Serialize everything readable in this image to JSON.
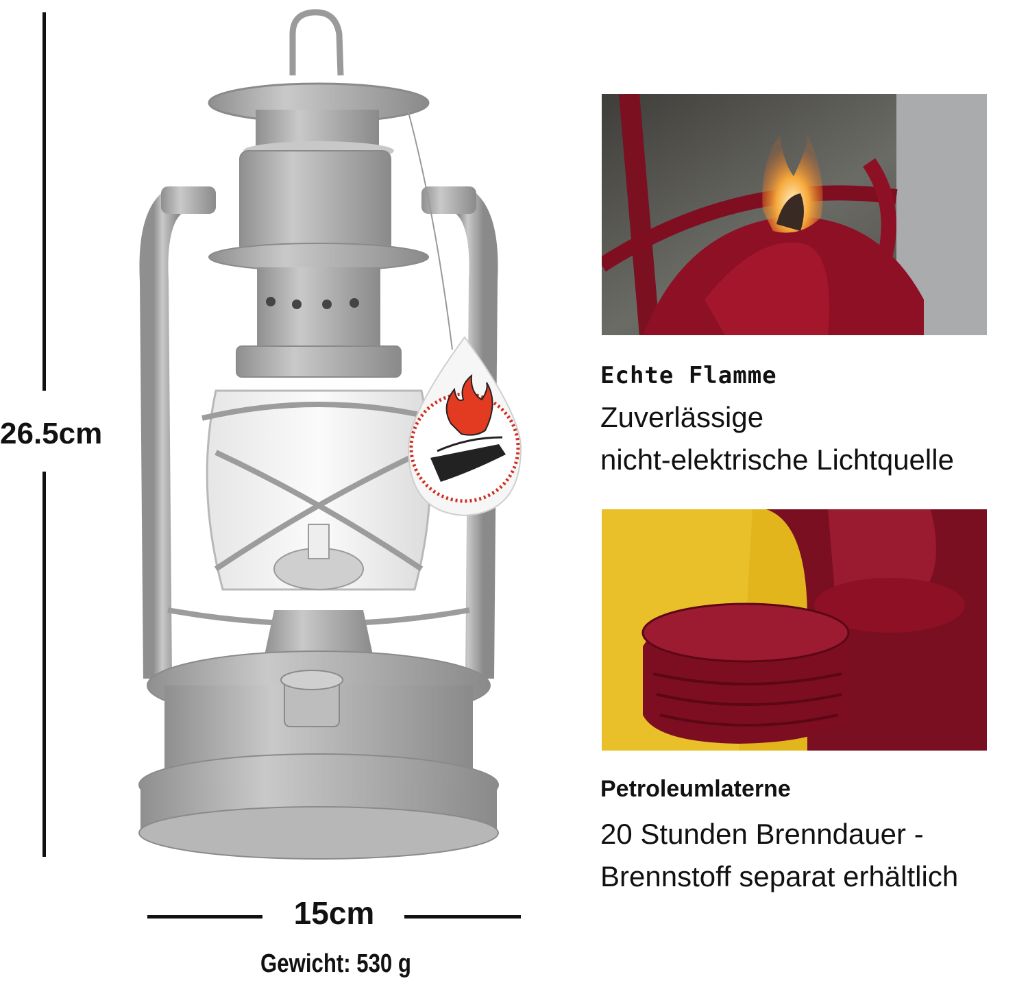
{
  "dimensions": {
    "height": "26.5cm",
    "width": "15cm",
    "weight": "Gewicht: 530 g"
  },
  "features": [
    {
      "title": "Echte Flamme",
      "line1": "Zuverlässige",
      "line2": "nicht-elektrische Lichtquelle"
    },
    {
      "title": "Petroleumlaterne",
      "line1": "20 Stunden Brenndauer -",
      "line2": "Brennstoff separat erhältlich"
    }
  ],
  "colors": {
    "lantern": "#a9a9a9",
    "lantern_dark": "#8a8a8a",
    "enamel_red": "#8e1024",
    "flame": "#f6a93b",
    "yellow_bg": "#e8b91c"
  },
  "icons": [
    "flame-on-hand-tag-icon"
  ]
}
